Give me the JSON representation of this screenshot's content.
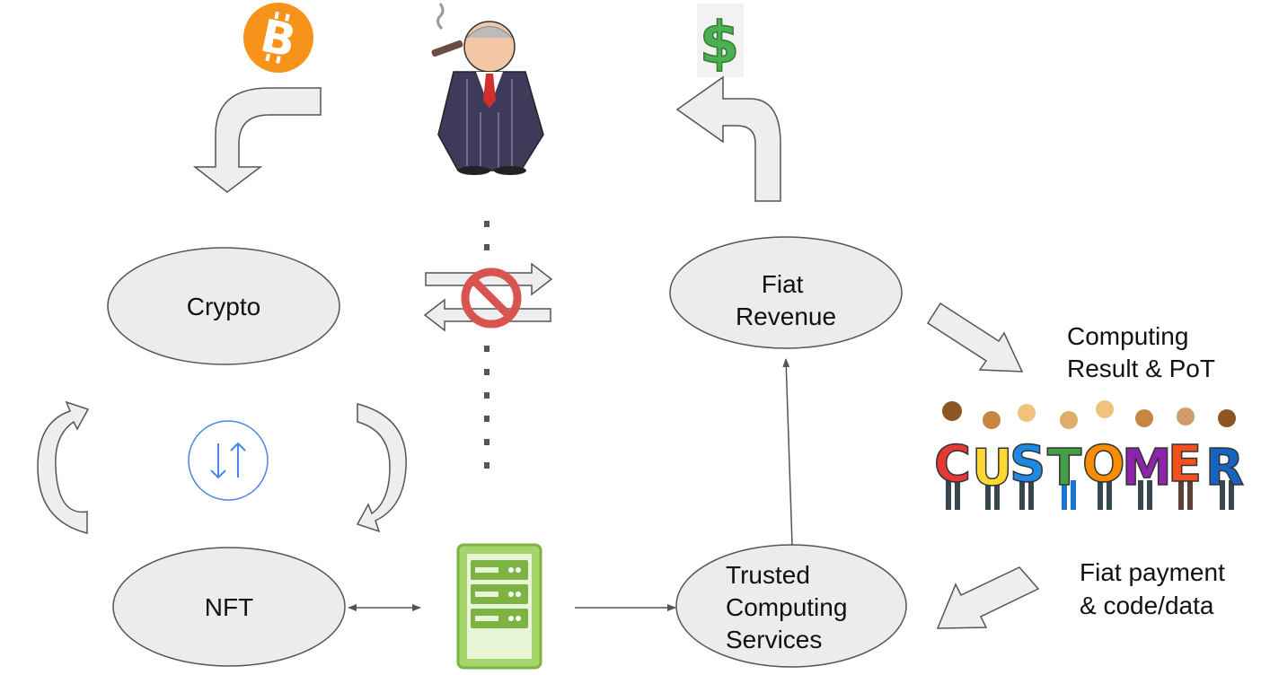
{
  "nodes": {
    "crypto": "Crypto",
    "fiat_revenue": [
      "Fiat",
      "Revenue"
    ],
    "nft": "NFT",
    "trusted_computing": [
      "Trusted",
      "Computing",
      "Services"
    ]
  },
  "labels": {
    "computing_result": [
      "Computing",
      "Result & PoT"
    ],
    "fiat_payment": [
      "Fiat payment",
      "& code/data"
    ]
  },
  "customer": {
    "word": [
      "C",
      "U",
      "S",
      "T",
      "O",
      "M",
      "E",
      "R"
    ],
    "letter_colors": [
      "#e53935",
      "#fdd835",
      "#1e88e5",
      "#43a047",
      "#fb8c00",
      "#8e24aa",
      "#f4511e",
      "#1565c0"
    ]
  },
  "icons": {
    "bitcoin": "bitcoin-icon",
    "dollar": "dollar-icon",
    "tycoon": "tycoon-figure",
    "server": "server-icon",
    "prohibited": "prohibited-icon",
    "exchange": "exchange-icon"
  },
  "colors": {
    "node_fill": "#ececec",
    "node_stroke": "#555555",
    "arrow_fill": "#eeeeee",
    "arrow_stroke": "#555555",
    "bitcoin": "#f7931a",
    "dollar": "#4caf50",
    "server_fill": "#a5d46a",
    "server_stroke": "#7cb342",
    "prohibited": "#d9534f",
    "exchange": "#4a86e8"
  }
}
